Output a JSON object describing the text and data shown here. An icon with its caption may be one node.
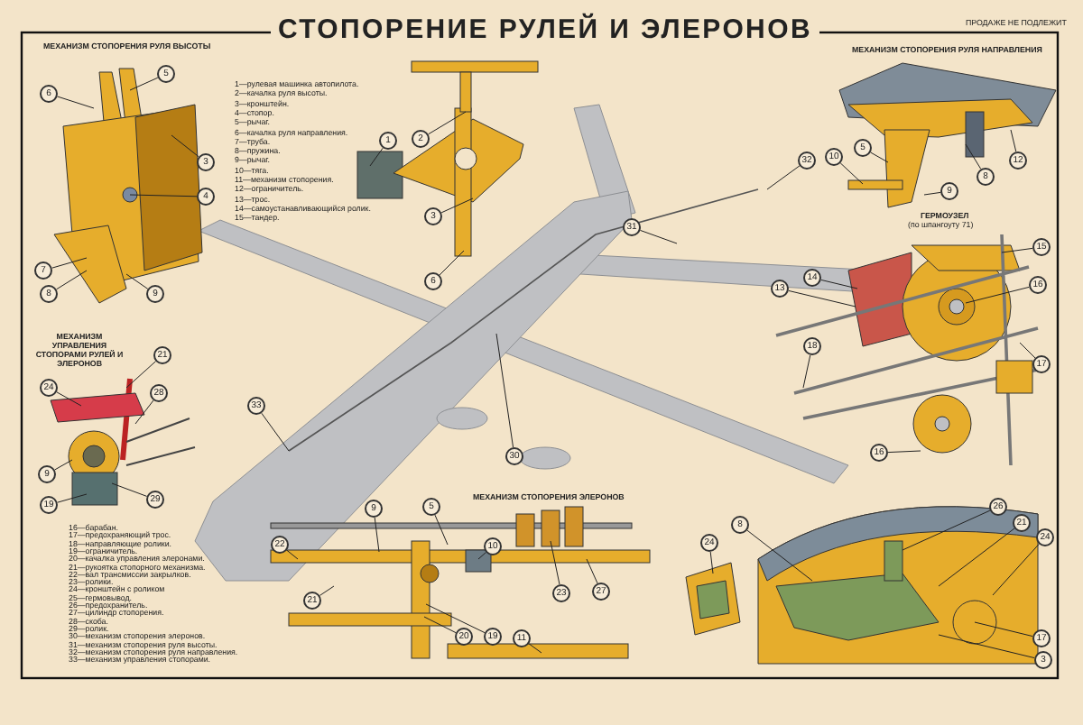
{
  "diagram": {
    "title": "СТОПОРЕНИЕ РУЛЕЙ И ЭЛЕРОНОВ",
    "nodes": [
      {
        "text": [
          "6"
        ]
      },
      {
        "text": [
          "5"
        ]
      },
      {
        "text": [
          "3"
        ]
      },
      {
        "text": [
          "4"
        ]
      },
      {
        "text": [
          "7"
        ]
      },
      {
        "text": [
          "8"
        ]
      },
      {
        "text": [
          "9"
        ]
      },
      {
        "text": [
          "1"
        ]
      },
      {
        "text": [
          "2"
        ]
      },
      {
        "text": [
          "3"
        ]
      },
      {
        "text": [
          "6"
        ]
      },
      {
        "text": [
          "31"
        ]
      },
      {
        "text": [
          "32"
        ]
      },
      {
        "text": [
          "10"
        ]
      },
      {
        "text": [
          "5"
        ]
      },
      {
        "text": [
          "8"
        ]
      },
      {
        "text": [
          "9"
        ]
      },
      {
        "text": [
          "12"
        ]
      },
      {
        "text": [
          "15"
        ]
      },
      {
        "text": [
          "14"
        ]
      },
      {
        "text": [
          "13"
        ]
      },
      {
        "text": [
          "16"
        ]
      },
      {
        "text": [
          "18"
        ]
      },
      {
        "text": [
          "16"
        ]
      },
      {
        "text": [
          "17"
        ]
      },
      {
        "text": [
          "33"
        ]
      },
      {
        "text": [
          "30"
        ]
      },
      {
        "text": [
          "21"
        ]
      },
      {
        "text": [
          "24"
        ]
      },
      {
        "text": [
          "28"
        ]
      },
      {
        "text": [
          "9"
        ]
      },
      {
        "text": [
          "19"
        ]
      },
      {
        "text": [
          "29"
        ]
      },
      {
        "text": [
          "22"
        ]
      },
      {
        "text": [
          "21"
        ]
      },
      {
        "text": [
          "9"
        ]
      },
      {
        "text": [
          "5"
        ]
      },
      {
        "text": [
          "10"
        ]
      },
      {
        "text": [
          "23"
        ]
      },
      {
        "text": [
          "27"
        ]
      },
      {
        "text": [
          "20"
        ]
      },
      {
        "text": [
          "19"
        ]
      },
      {
        "text": [
          "11"
        ]
      },
      {
        "text": [
          "24"
        ]
      },
      {
        "text": [
          "8"
        ]
      },
      {
        "text": [
          "26"
        ]
      },
      {
        "text": [
          "21"
        ]
      },
      {
        "text": [
          "24"
        ]
      },
      {
        "text": [
          "17"
        ]
      },
      {
        "text": [
          "3"
        ]
      }
    ],
    "edges": [
      {
        "from": 0,
        "to": null,
        "arrow": "none"
      },
      {
        "from": 1,
        "to": null,
        "arrow": "none"
      },
      {
        "from": 2,
        "to": null,
        "arrow": "none"
      },
      {
        "from": 3,
        "to": null,
        "arrow": "none"
      },
      {
        "from": 4,
        "to": null,
        "arrow": "none"
      },
      {
        "from": 5,
        "to": null,
        "arrow": "none"
      },
      {
        "from": 6,
        "to": null,
        "arrow": "none"
      },
      {
        "from": 7,
        "to": null,
        "arrow": "none"
      },
      {
        "from": 8,
        "to": null,
        "arrow": "none"
      },
      {
        "from": 9,
        "to": null,
        "arrow": "none"
      },
      {
        "from": 10,
        "to": null,
        "arrow": "none"
      },
      {
        "from": 11,
        "to": null,
        "arrow": "none"
      },
      {
        "from": 12,
        "to": null,
        "arrow": "none"
      },
      {
        "from": 13,
        "to": null,
        "arrow": "none"
      },
      {
        "from": 14,
        "to": null,
        "arrow": "none"
      },
      {
        "from": 15,
        "to": null,
        "arrow": "none"
      },
      {
        "from": 16,
        "to": null,
        "arrow": "none"
      },
      {
        "from": 17,
        "to": null,
        "arrow": "none"
      },
      {
        "from": 18,
        "to": null,
        "arrow": "none"
      },
      {
        "from": 19,
        "to": null,
        "arrow": "none"
      },
      {
        "from": 20,
        "to": null,
        "arrow": "none"
      },
      {
        "from": 21,
        "to": null,
        "arrow": "none"
      },
      {
        "from": 22,
        "to": null,
        "arrow": "none"
      },
      {
        "from": 23,
        "to": null,
        "arrow": "none"
      },
      {
        "from": 24,
        "to": null,
        "arrow": "none"
      },
      {
        "from": 25,
        "to": null,
        "arrow": "none"
      },
      {
        "from": 26,
        "to": null,
        "arrow": "none"
      },
      {
        "from": 27,
        "to": null,
        "arrow": "none"
      },
      {
        "from": 28,
        "to": null,
        "arrow": "none"
      },
      {
        "from": 29,
        "to": null,
        "arrow": "none"
      },
      {
        "from": 30,
        "to": null,
        "arrow": "none"
      },
      {
        "from": 31,
        "to": null,
        "arrow": "none"
      },
      {
        "from": 32,
        "to": null,
        "arrow": "none"
      },
      {
        "from": 33,
        "to": null,
        "arrow": "none"
      },
      {
        "from": 34,
        "to": null,
        "arrow": "none"
      },
      {
        "from": 35,
        "to": null,
        "arrow": "none"
      },
      {
        "from": 36,
        "to": null,
        "arrow": "none"
      },
      {
        "from": 37,
        "to": null,
        "arrow": "none"
      },
      {
        "from": 38,
        "to": null,
        "arrow": "none"
      },
      {
        "from": 39,
        "to": null,
        "arrow": "none"
      },
      {
        "from": 40,
        "to": null,
        "arrow": "none"
      },
      {
        "from": 41,
        "to": null,
        "arrow": "none"
      },
      {
        "from": 42,
        "to": null,
        "arrow": "none"
      },
      {
        "from": 43,
        "to": null,
        "arrow": "none"
      },
      {
        "from": 44,
        "to": null,
        "arrow": "none"
      },
      {
        "from": 45,
        "to": null,
        "arrow": "none"
      },
      {
        "from": 46,
        "to": null,
        "arrow": "none"
      },
      {
        "from": 47,
        "to": null,
        "arrow": "none"
      },
      {
        "from": 48,
        "to": null,
        "arrow": "none"
      },
      {
        "from": 49,
        "to": null,
        "arrow": "none"
      }
    ],
    "labels": [
      "МЕХАНИЗМ СТОПОРЕНИЯ РУЛЯ ВЫСОТЫ",
      "1—рулевая машинка автопилота.",
      "2—качалка руля высоты.",
      "3—кронштейн.",
      "4—стопор.",
      "5—рычаг.",
      "6—качалка руля направления.",
      "7—труба.",
      "8—пружина.",
      "9—рычаг.",
      "10—тяга.",
      "11—механизм стопорения.",
      "12—ограничитель.",
      "13—трос.",
      "14—самоустанавливающийся ролик.",
      "15—тандер.",
      "ПРОДАЖЕ НЕ ПОДЛЕЖИТ",
      "МЕХАНИЗМ СТОПОРЕНИЯ РУЛЯ НАПРАВЛЕНИЯ",
      "ГЕРМОУЗЕЛ",
      "(по шпангоуту 71)",
      "МЕХАНИЗМ УПРАВЛЕНИЯ СТОПОРАМИ РУЛЕЙ И ЭЛЕРОНОВ",
      "16—барабан.",
      "17—предохраняющий трос.",
      "18—направляющие ролики.",
      "19—ограничитель.",
      "20—качалка управления элеронами.",
      "21—рукоятка стопорного механизма.",
      "22—вал трансмиссии закрылков.",
      "23—ролики.",
      "24—кронштейн с роликом",
      "25—гермовывод.",
      "26—предохранитель.",
      "27—цилиндр стопорения.",
      "28—скоба.",
      "29—ролик.",
      "30—механизм стопорения элеронов.",
      "31—механизм стопорения руля высоты.",
      "32—механизм стопорения руля направления.",
      "33—механизм управления стопорами.",
      "МЕХАНИЗМ СТОПОРЕНИЯ ЭЛЕРОНОВ"
    ]
  }
}
